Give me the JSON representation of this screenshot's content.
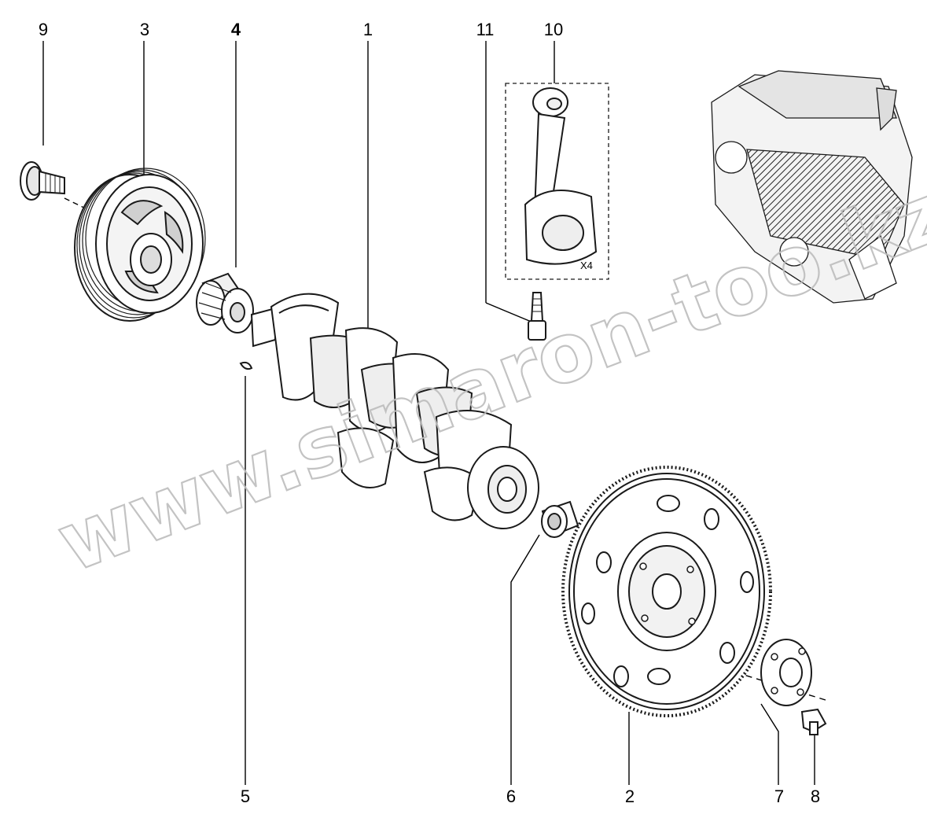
{
  "callouts": {
    "c1": "1",
    "c2": "2",
    "c3": "3",
    "c4": "4",
    "c5": "5",
    "c6": "6",
    "c7": "7",
    "c8": "8",
    "c9": "9",
    "c10": "10",
    "c11": "11"
  },
  "quantity_label": "X4",
  "watermark": "www.simaron-too.kz",
  "colors": {
    "line": "#1a1a1a",
    "shade": "#c8c8c8",
    "light": "#e6e6e6",
    "watermark": "#bdbdbd"
  }
}
